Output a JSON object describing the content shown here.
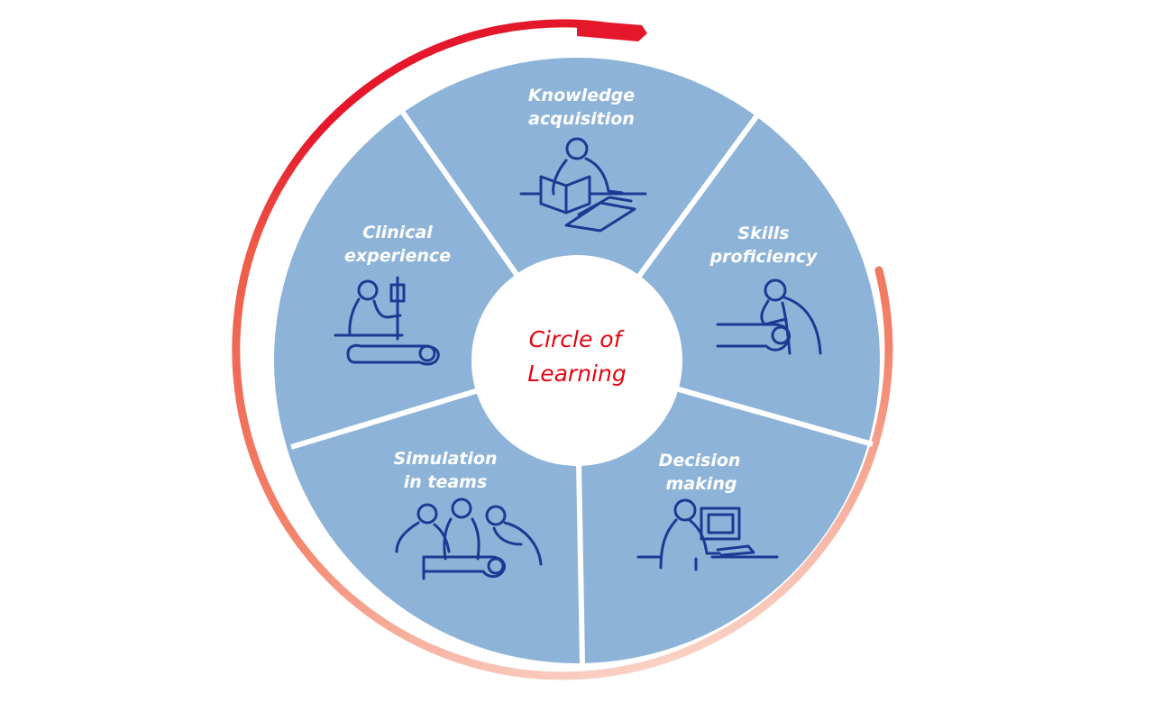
{
  "diagram": {
    "center_label": {
      "line1": "Circle of",
      "line2": "Learning"
    },
    "segments": [
      {
        "id": "knowledge",
        "line1": "Knowledge",
        "line2": "acquisition",
        "icon": "reading-icon"
      },
      {
        "id": "skills",
        "line1": "Skills",
        "line2": "proficiency",
        "icon": "examination-icon"
      },
      {
        "id": "decision",
        "line1": "Decision",
        "line2": "making",
        "icon": "computer-user-icon"
      },
      {
        "id": "simulation",
        "line1": "Simulation",
        "line2": "in teams",
        "icon": "team-simulation-icon"
      },
      {
        "id": "clinical",
        "line1": "Clinical",
        "line2": "experience",
        "icon": "bedside-care-icon"
      }
    ],
    "colors": {
      "segment_fill": "#8DB4D8",
      "separator": "#ffffff",
      "icon_stroke": "#1B3A93",
      "center_text": "#E30613",
      "arrow_dark": "#E4172B",
      "arrow_light": "#F9D3C6"
    }
  }
}
